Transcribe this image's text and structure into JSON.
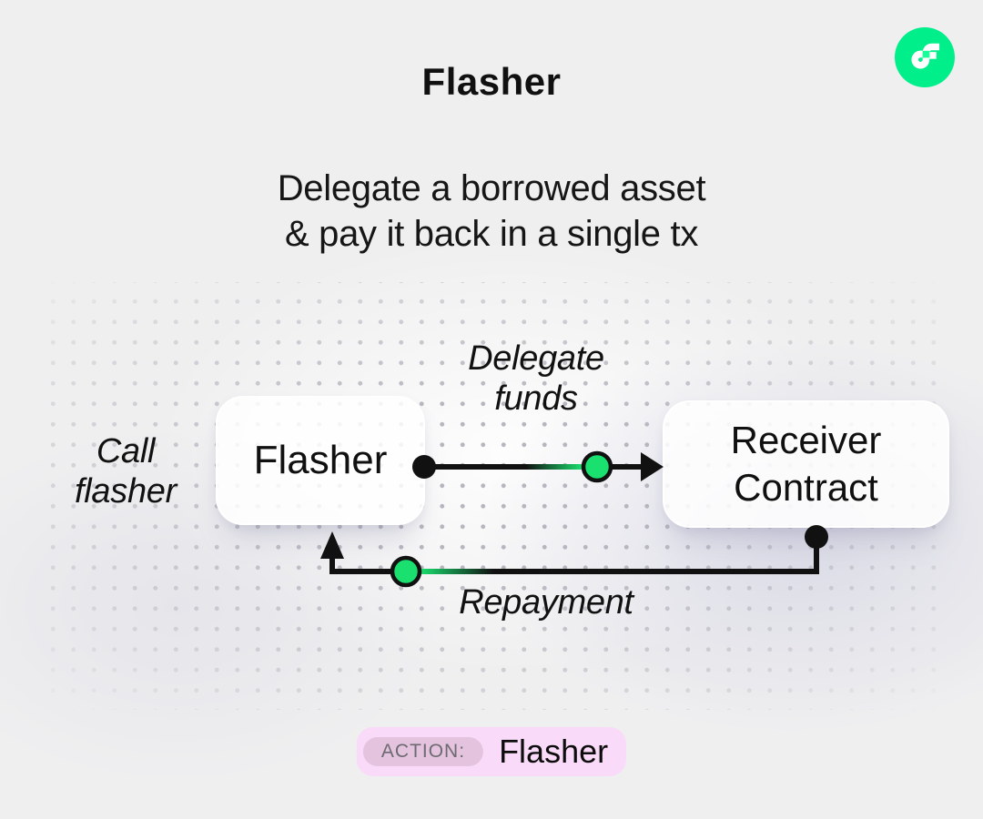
{
  "header": {
    "title": "Flasher",
    "subtitle_line1": "Delegate a borrowed asset",
    "subtitle_line2": "& pay it back in a single tx"
  },
  "logo": {
    "name": "flow-logo",
    "brand_green": "#00EF8B",
    "accent_green": "#16FF99"
  },
  "diagram": {
    "flasher_node": {
      "label": "Flasher"
    },
    "receiver_node": {
      "line1": "Receiver",
      "line2": "Contract"
    },
    "call_flasher": {
      "line1": "Call",
      "line2": "flasher"
    },
    "delegate_funds": {
      "line1": "Delegate",
      "line2": "funds"
    },
    "repayment": {
      "label": "Repayment"
    },
    "colors": {
      "line": "#111111",
      "node_green": "#19E06F",
      "dot_grid": "#b6b6bf"
    }
  },
  "action": {
    "tag": "ACTION:",
    "value": "Flasher",
    "pill_bg": "#F9DAF8",
    "tag_bg": "#E3C3DD"
  }
}
